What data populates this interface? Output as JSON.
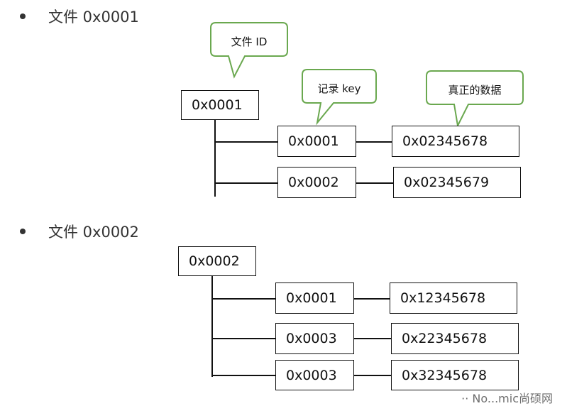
{
  "section1": {
    "bullet_label": "文件 0x0001",
    "root": "0x0001",
    "callouts": {
      "file_id": "文件 ID",
      "record_key": "记录 key",
      "real_data": "真正的数据"
    },
    "records": [
      {
        "key": "0x0001",
        "value": "0x02345678"
      },
      {
        "key": "0x0002",
        "value": "0x02345679"
      }
    ]
  },
  "section2": {
    "bullet_label": "文件 0x0002",
    "root": "0x0002",
    "records": [
      {
        "key": "0x0001",
        "value": "0x12345678"
      },
      {
        "key": "0x0003",
        "value": "0x22345678"
      },
      {
        "key": "0x0003",
        "value": "0x32345678"
      }
    ]
  },
  "watermark": "·· No...mic尚硕网",
  "colors": {
    "callout_border": "#6aa84f",
    "box_border": "#111111"
  }
}
